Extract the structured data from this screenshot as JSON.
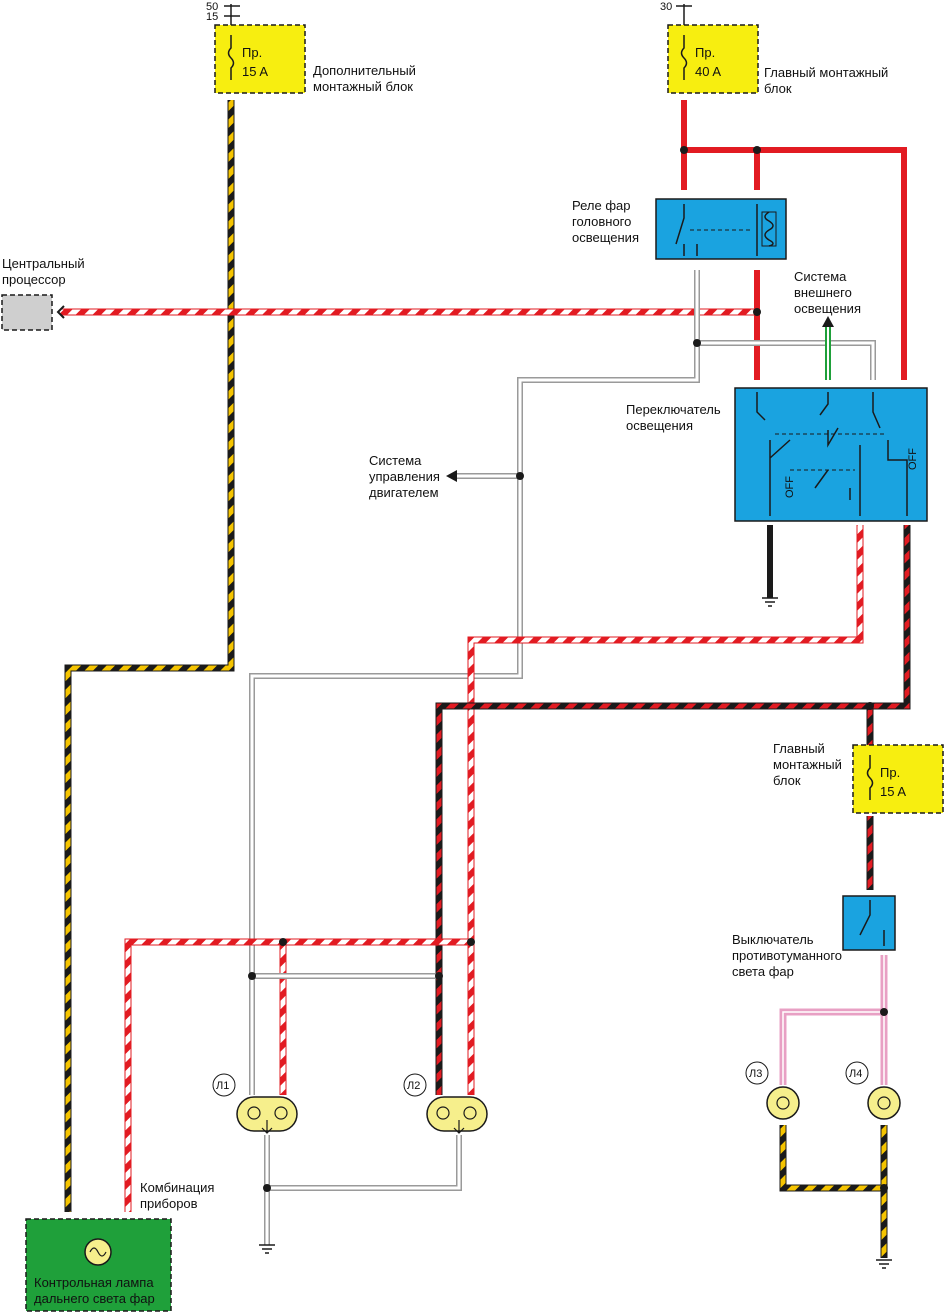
{
  "colors": {
    "red": "#e21b22",
    "black": "#1a1a1a",
    "yellow": "#f5d800",
    "white": "#ffffff",
    "gray_wire": "#9a9a9a",
    "pink": "#e8a0c4",
    "green": "#1fa03a",
    "blue_box": "#1aa3e0",
    "fuse_yellow": "#f7ee10",
    "cpu_gray": "#cfcfcf",
    "lamp_yellow": "#f6ef8c"
  },
  "supply": {
    "term_50": "50",
    "term_15": "15",
    "term_30": "30"
  },
  "fuses": {
    "aux": {
      "line1": "Пр.",
      "line2": "15 A"
    },
    "main40": {
      "line1": "Пр.",
      "line2": "40 A"
    },
    "main15": {
      "line1": "Пр.",
      "line2": "15 A"
    }
  },
  "labels": {
    "aux_block": [
      "Дополнительный",
      "монтажный блок"
    ],
    "main_block_top": [
      "Главный монтажный",
      "блок"
    ],
    "relay": [
      "Реле фар",
      "головного",
      "освещения"
    ],
    "cpu": [
      "Центральный",
      "процессор"
    ],
    "ext_lighting": [
      "Система",
      "внешнего",
      "освещения"
    ],
    "light_switch": [
      "Переключатель",
      "освещения"
    ],
    "engine_ctrl": [
      "Система",
      "управления",
      "двигателем"
    ],
    "main_block_low": [
      "Главный",
      "монтажный",
      "блок"
    ],
    "fog_switch": [
      "Выключатель",
      "противотуманного",
      "света фар"
    ],
    "cluster": [
      "Комбинация",
      "приборов"
    ],
    "indicator": [
      "Контрольная лампа",
      "дальнего света фар"
    ],
    "off_left": "OFF",
    "off_right": "OFF"
  },
  "lamps": {
    "l1": "Л1",
    "l2": "Л2",
    "l3": "Л3",
    "l4": "Л4"
  },
  "icons": {
    "fuse": "fuse-icon",
    "relay_coil": "coil-icon",
    "bulb": "bulb-icon",
    "ground": "ground-icon",
    "arrow": "arrow-icon"
  }
}
